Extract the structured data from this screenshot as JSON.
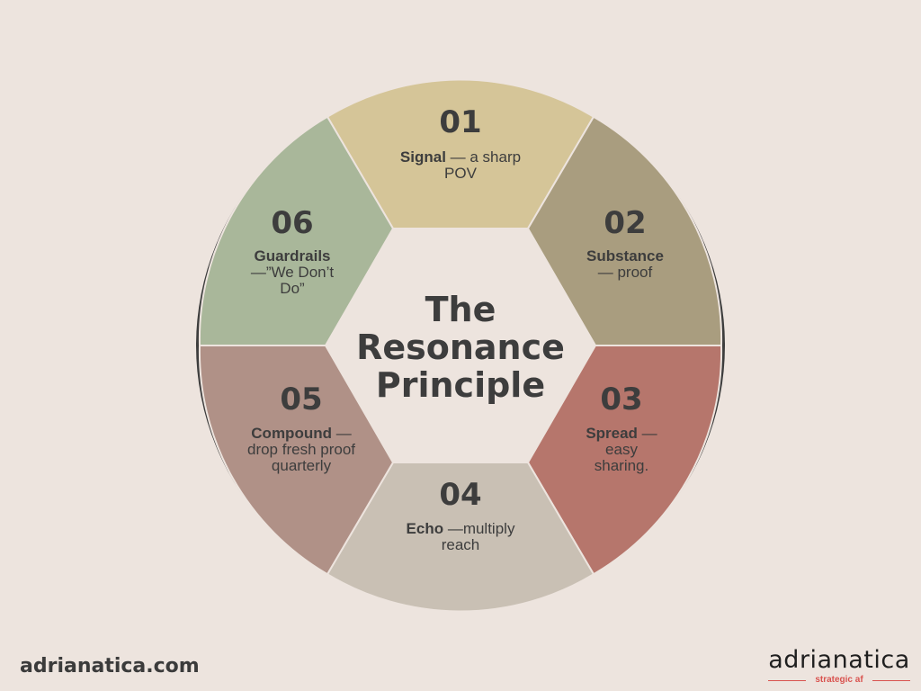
{
  "title_lines": [
    "The",
    "Resonance",
    "Principle"
  ],
  "segments": [
    {
      "number": "01",
      "bold": "Signal",
      "rest": " — a sharp",
      "line2": "POV",
      "line3": "",
      "color": "#d5c598"
    },
    {
      "number": "02",
      "bold": "Substance",
      "rest": "",
      "line2": "— proof",
      "line3": "",
      "color": "#a99d7f"
    },
    {
      "number": "03",
      "bold": "Spread",
      "rest": " —",
      "line2": "easy",
      "line3": "sharing.",
      "color": "#b6766c"
    },
    {
      "number": "04",
      "bold": "Echo",
      "rest": " —multiply",
      "line2": "reach",
      "line3": "",
      "color": "#c9c0b4"
    },
    {
      "number": "05",
      "bold": "Compound",
      "rest": " —",
      "line2": "drop fresh proof",
      "line3": "quarterly",
      "color": "#b09187"
    },
    {
      "number": "06",
      "bold": "Guardrails",
      "rest": "",
      "line2": "—”We Don’t",
      "line3": "Do”",
      "color": "#a9b79a"
    }
  ],
  "footer": {
    "site": "adrianatica.com",
    "logo_word": "adrianatica",
    "logo_tag": "strategic af"
  },
  "colors": {
    "background": "#ede4de",
    "ring": "#3d3d3d",
    "accent": "#d9534f"
  }
}
